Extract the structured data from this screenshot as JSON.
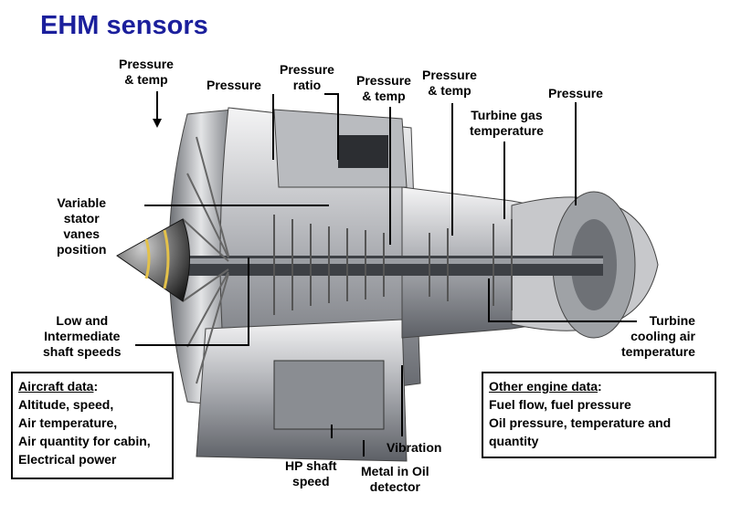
{
  "title": "EHM sensors",
  "labels": {
    "pressure_temp_inlet": [
      "Pressure",
      "& temp"
    ],
    "pressure_fan": "Pressure",
    "pressure_ratio": [
      "Pressure",
      "ratio"
    ],
    "pressure_temp_hpc": [
      "Pressure",
      "& temp"
    ],
    "pressure_temp_combustor": [
      "Pressure",
      "& temp"
    ],
    "pressure_exhaust": "Pressure",
    "turbine_gas_temp": [
      "Turbine gas",
      "temperature"
    ],
    "vsv_position": [
      "Variable",
      "stator",
      "vanes",
      "position"
    ],
    "shaft_speeds": [
      "Low and",
      "Intermediate",
      "shaft speeds"
    ],
    "turbine_cooling": [
      "Turbine",
      "cooling air",
      "temperature"
    ],
    "vibration": "Vibration",
    "hp_shaft_speed": [
      "HP shaft",
      "speed"
    ],
    "metal_in_oil": [
      "Metal in Oil",
      "detector"
    ]
  },
  "aircraft_box": {
    "heading": "Aircraft data",
    "lines": [
      "Altitude, speed,",
      "Air temperature,",
      "Air quantity for cabin,",
      "Electrical power"
    ]
  },
  "engine_box": {
    "heading": "Other engine data",
    "lines": [
      "Fuel flow, fuel pressure",
      "Oil pressure, temperature and",
      "quantity"
    ]
  },
  "colors": {
    "title": "#1b1f9c",
    "metal_light": "#d9dadc",
    "metal_dark": "#4a4d52"
  }
}
